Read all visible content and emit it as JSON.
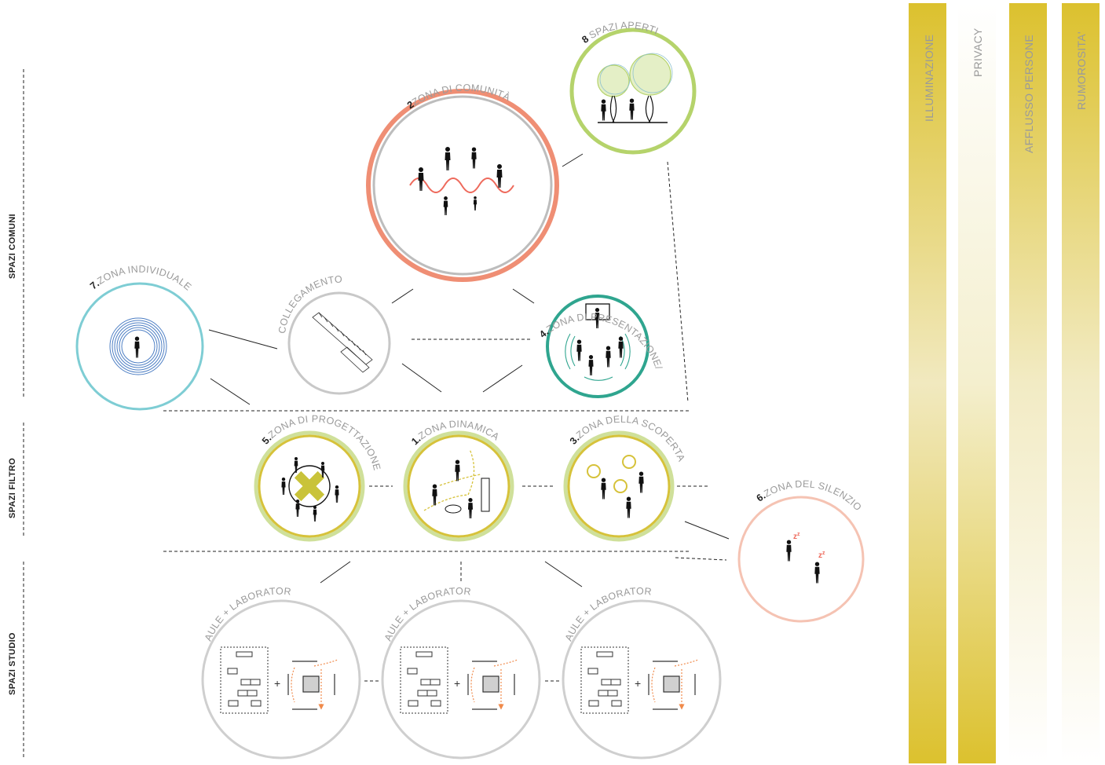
{
  "sections": {
    "comuni": "SPAZI COMUNI",
    "filtro": "SPAZI FILTRO",
    "studio": "SPAZI STUDIO"
  },
  "zones": {
    "dinamica": {
      "num": "1.",
      "label": "ZONA DINAMICA"
    },
    "comunita": {
      "num": "2",
      "label": "ZONA DI COMUNITÀ"
    },
    "scoperta": {
      "num": "3.",
      "label": "ZONA DELLA SCOPERTA"
    },
    "presentazione": {
      "num": "4.",
      "label": "ZONA DI PRESENTAZIONE/PROIEZIONE"
    },
    "progettazione": {
      "num": "5.",
      "label": "ZONA DI PROGETTAZIONE"
    },
    "silenzio": {
      "num": "6.",
      "label": "ZONA DEL SILENZIO"
    },
    "individuale": {
      "num": "7.",
      "label": "ZONA INDIVIDUALE"
    },
    "aperti": {
      "num": "8",
      "label": "SPAZI APERTI"
    },
    "collegamento": {
      "label": "COLLEGAMENTO"
    },
    "aule": {
      "label": "AULE + LABORATORI"
    },
    "plus": "+"
  },
  "bars": [
    {
      "label": "ILLUMINAZIONE",
      "color_top": "#dcc12e",
      "color_mid": "#f1e9bf",
      "color_bottom": "#dcc12e"
    },
    {
      "label": "PRIVACY",
      "color_top": "#ffffff",
      "color_mid": "#f4efce",
      "color_bottom": "#dcc12e"
    },
    {
      "label": "AFFLUSSO PERSONE",
      "color_top": "#dcc12e",
      "color_mid": "#f2ebc4",
      "color_bottom": "#ffffff"
    },
    {
      "label": "RUMOROSITA'",
      "color_top": "#dcc12e",
      "color_mid": "#f2ebc4",
      "color_bottom": "#ffffff"
    }
  ],
  "colors": {
    "salmon": "#ef8e74",
    "green": "#b5d36b",
    "teal": "#2fa58f",
    "cyan": "#7ecdd4",
    "grey": "#c8c8c8",
    "yellow": "#d6c23a",
    "peach": "#f5c3b3",
    "orange": "#f08a4b"
  }
}
